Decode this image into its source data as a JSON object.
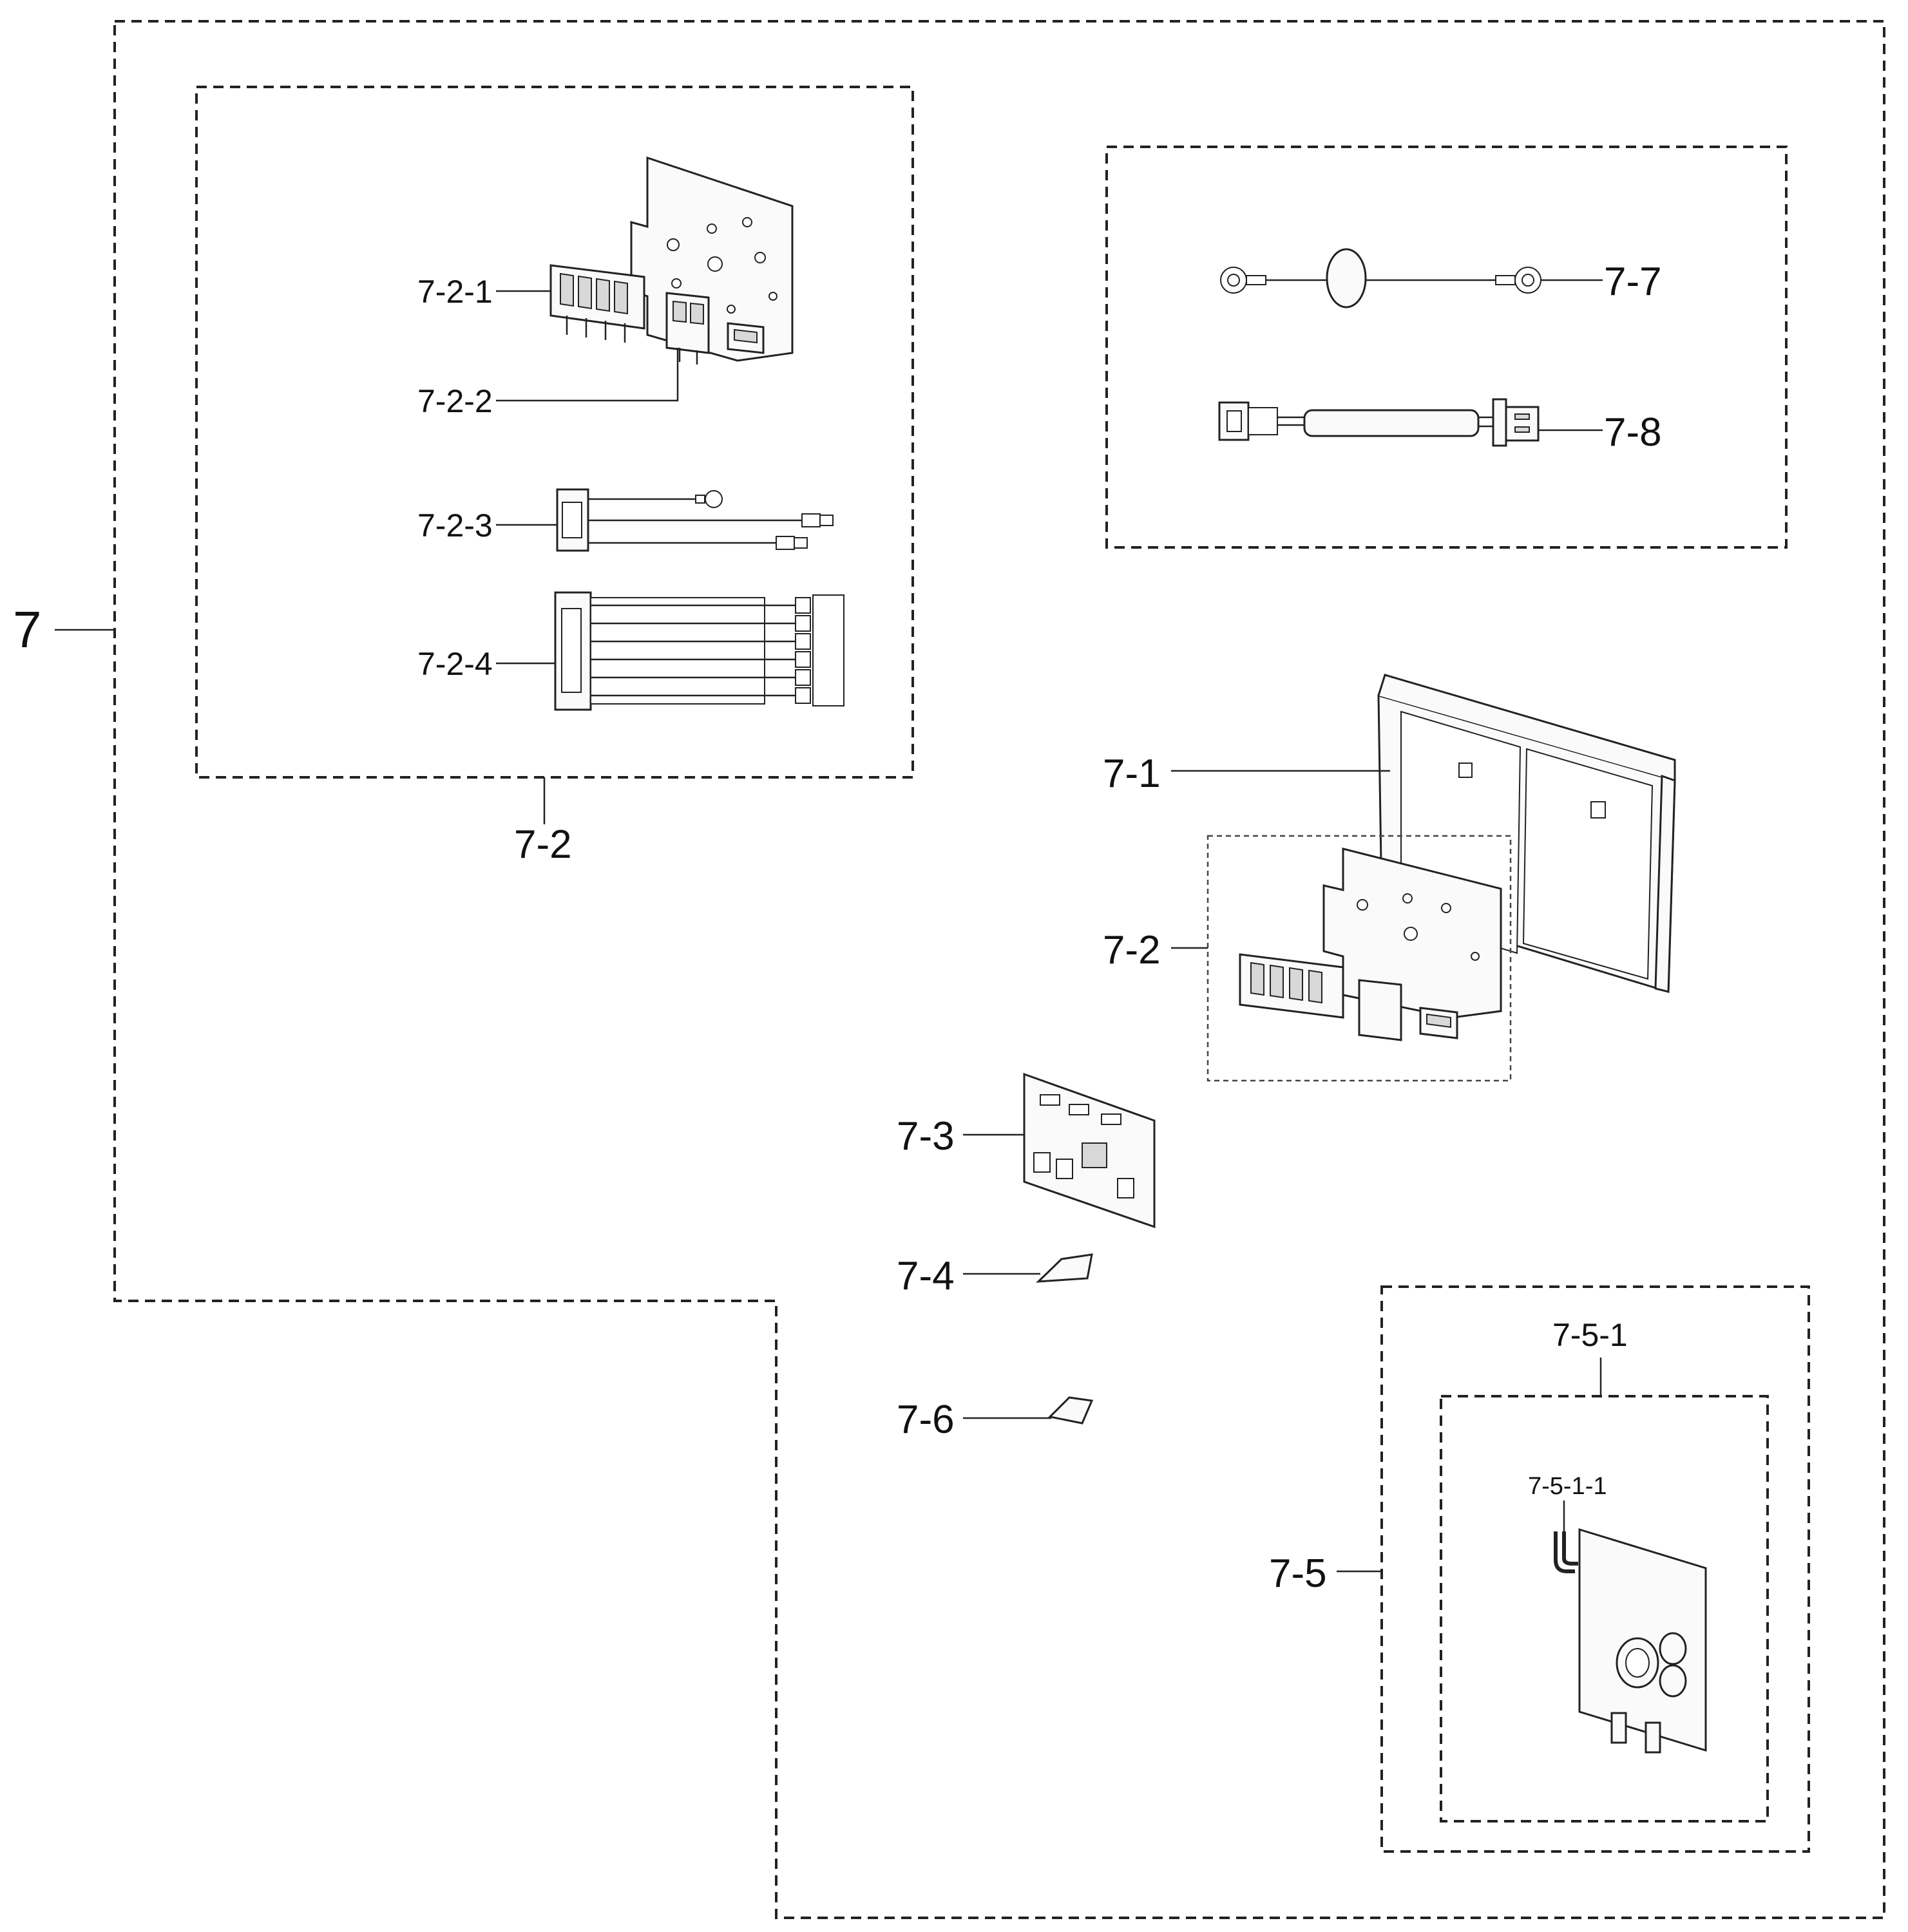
{
  "labels": {
    "assembly": "7",
    "case": "7-1",
    "terminal_assy": "7-2",
    "terminal_assy_exploded": "7-2",
    "terminal_block_1": "7-2-1",
    "terminal_block_2": "7-2-2",
    "harness_3": "7-2-3",
    "harness_4": "7-2-4",
    "main_pcb": "7-3",
    "label_4": "7-4",
    "sub_pcb_assy": "7-5",
    "sub_pcb": "7-5-1",
    "sub_pcb_lead": "7-5-1-1",
    "label_6": "7-6",
    "ground_wire": "7-7",
    "connector_wire": "7-8"
  }
}
